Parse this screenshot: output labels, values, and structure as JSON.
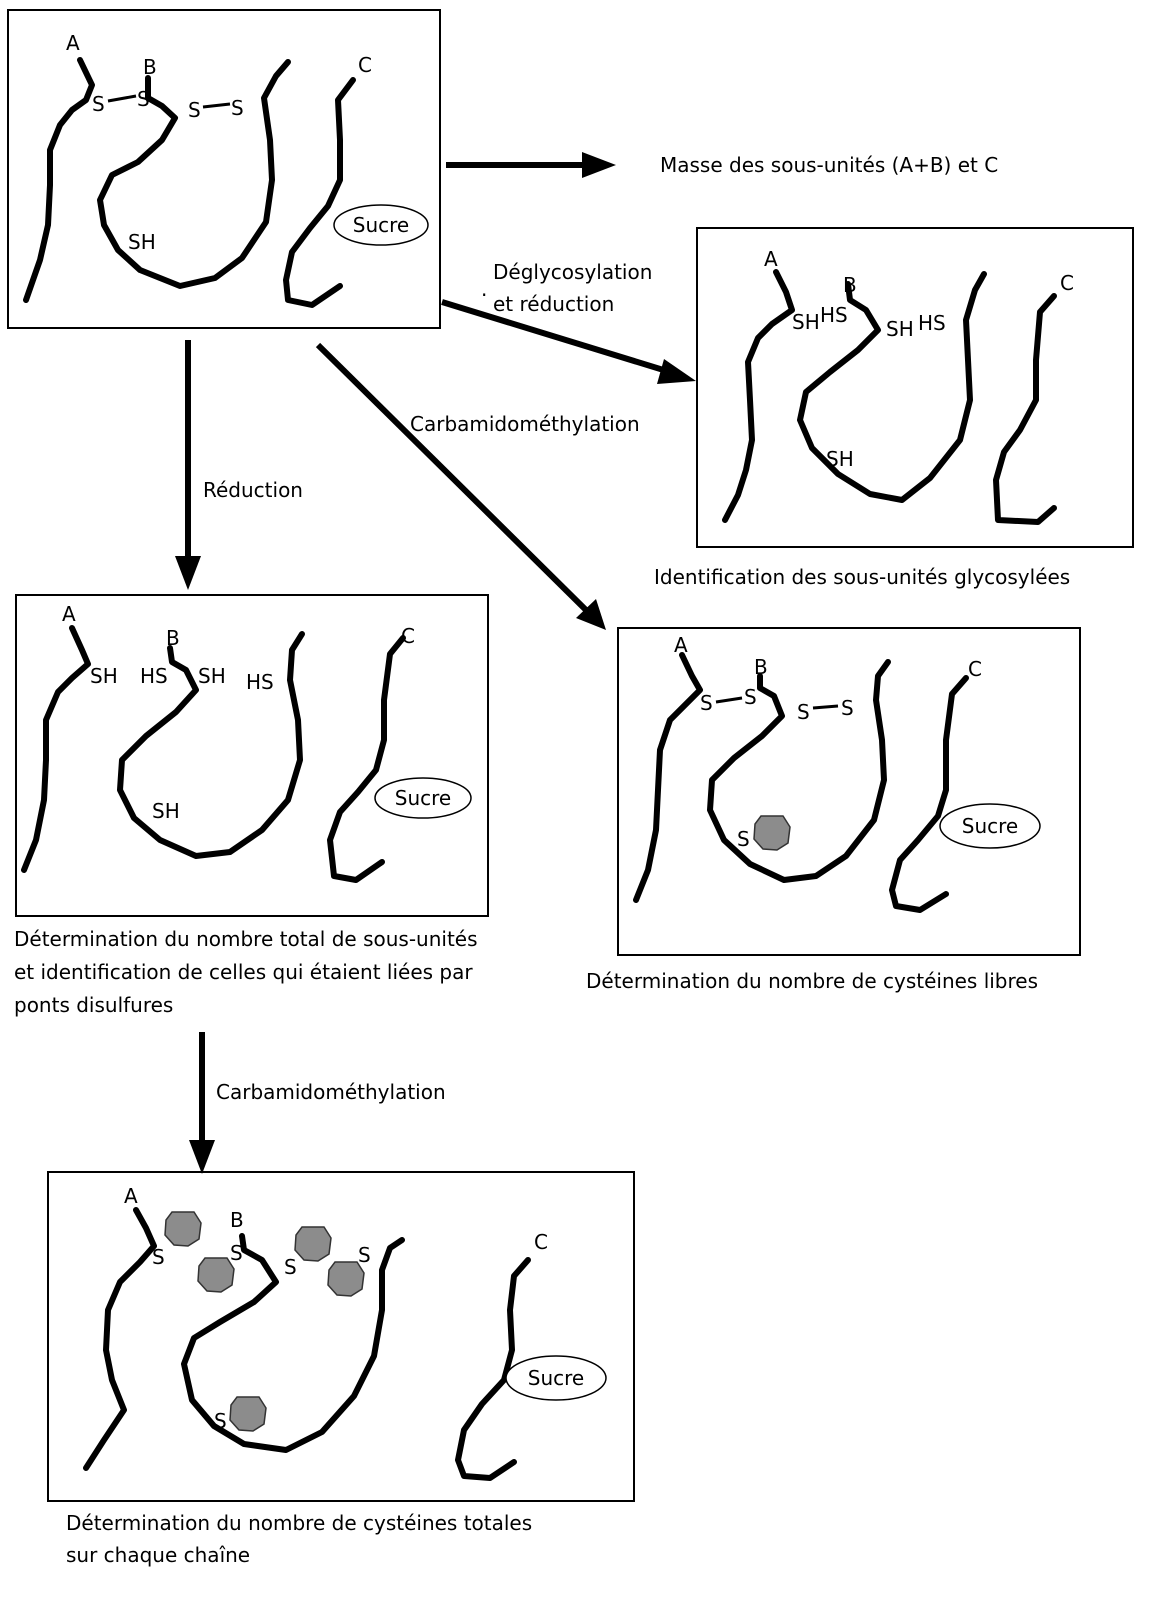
{
  "labels": {
    "A": "A",
    "B": "B",
    "C": "C",
    "S": "S",
    "SH": "SH",
    "HS": "HS",
    "dot": ".",
    "sugar": "Sucre"
  },
  "arrows": {
    "mass": "Masse des sous-unités (A+B) et C",
    "deglyco_line1": "Déglycosylation",
    "deglyco_line2": "et réduction",
    "carbamido": "Carbamidométhylation",
    "reduction": "Réduction",
    "carbamido2": "Carbamidométhylation"
  },
  "captions": {
    "glyco": "Identification des sous-unités glycosylées",
    "total_line1": "Détermination du nombre total de sous-unités",
    "total_line2": "et identification de celles qui étaient liées par",
    "total_line3": "ponts disulfures",
    "free": "Détermination du nombre de cystéines libres",
    "totalcys_line1": "Détermination du nombre de cystéines totales",
    "totalcys_line2": "sur chaque chaîne"
  },
  "colors": {
    "stroke": "#000000",
    "modification_blob": "#8c8c8c",
    "background": "#ffffff"
  }
}
